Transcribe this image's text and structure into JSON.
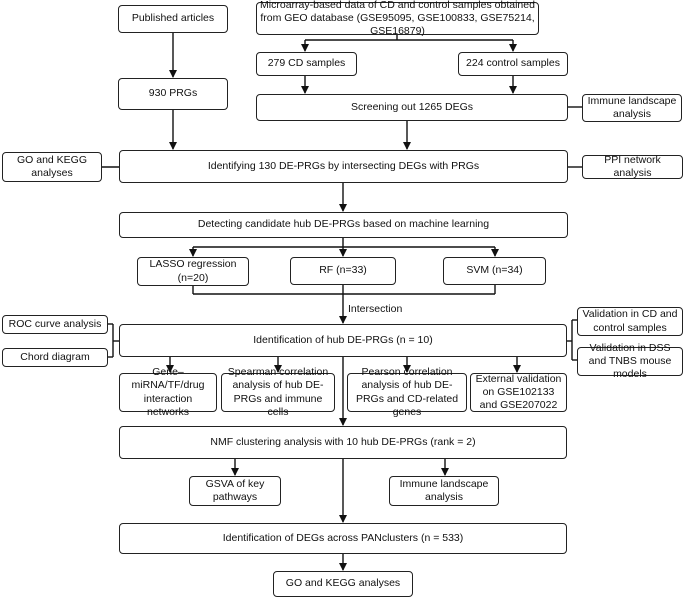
{
  "nodes": {
    "published": "Published articles",
    "microarray": "Microarray-based data of CD and control samples obtained from GEO database (GSE95095, GSE100833, GSE75214, GSE16879)",
    "cd_samples": "279 CD samples",
    "control_samples": "224 control samples",
    "prgs": "930 PRGs",
    "degs": "Screening out 1265 DEGs",
    "immune_landscape_1": "Immune landscape analysis",
    "go_kegg_1": "GO and KEGG analyses",
    "de_prgs": "Identifying 130 DE-PRGs by intersecting DEGs with PRGs",
    "ppi": "PPI network analysis",
    "ml": "Detecting candidate hub DE-PRGs based on machine learning",
    "lasso": "LASSO regression (n=20)",
    "rf": "RF (n=33)",
    "svm": "SVM (n=34)",
    "roc": "ROC curve analysis",
    "chord": "Chord diagram",
    "hub": "Identification of hub DE-PRGs (n = 10)",
    "val_cd": "Validation in CD and control samples",
    "val_dss": "Validation in DSS and TNBS mouse models",
    "gene_net": "Gene–miRNA/TF/drug interaction networks",
    "spearman": "Spearman correlation analysis of hub DE-PRGs and immune cells",
    "pearson": "Pearson correlation analysis of hub DE-PRGs and CD-related genes",
    "external": "External validation on GSE102133 and GSE207022",
    "nmf": "NMF clustering analysis with 10 hub DE-PRGs (rank = 2)",
    "gsva": "GSVA of key pathways",
    "immune_landscape_2": "Immune landscape analysis",
    "degs_clusters": "Identification of DEGs across PANclusters (n = 533)",
    "go_kegg_2": "GO and KEGG analyses"
  },
  "edge_labels": {
    "intersection": "Intersection"
  }
}
